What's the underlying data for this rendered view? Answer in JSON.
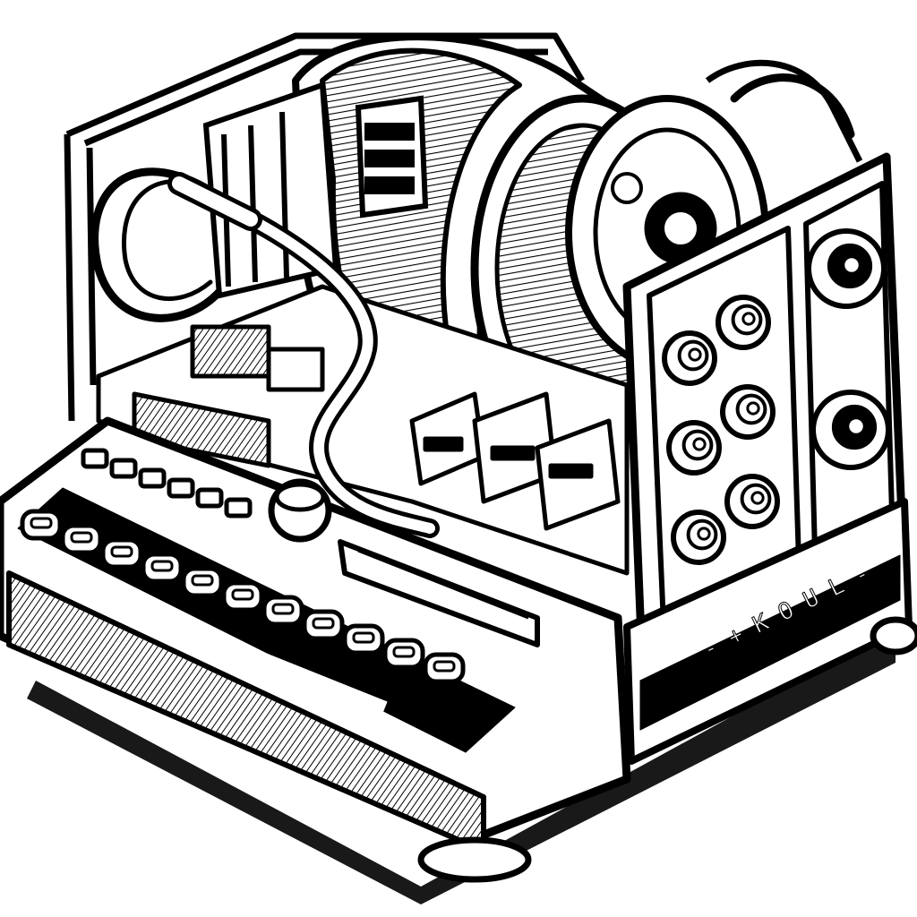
{
  "illustration": {
    "subject": "",
    "style": "black-and-white ink line art",
    "colors": {
      "ink": "#000000",
      "paper": "#ffffff",
      "gray": "#d9d9d9"
    },
    "front_keys": {
      "count": 11
    },
    "panel_buttons": {
      "count": 6
    },
    "reels": {
      "count": 2
    },
    "side_knobs": {
      "count": 8
    }
  }
}
